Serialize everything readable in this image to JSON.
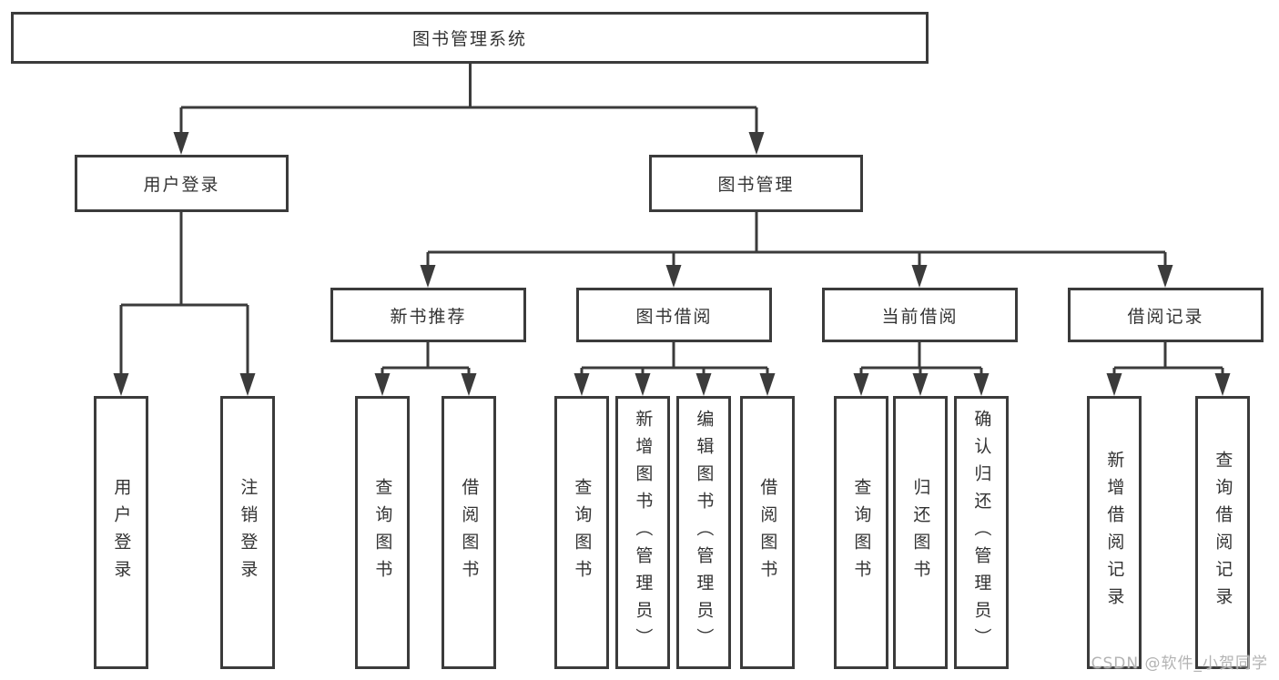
{
  "diagram": {
    "root": {
      "label": "图书管理系统"
    },
    "branches": [
      {
        "label": "用户登录",
        "children": [
          {
            "label": "用户登录"
          },
          {
            "label": "注销登录"
          }
        ]
      },
      {
        "label": "图书管理",
        "children": [
          {
            "label": "新书推荐",
            "children": [
              {
                "label": "查询图书"
              },
              {
                "label": "借阅图书"
              }
            ]
          },
          {
            "label": "图书借阅",
            "children": [
              {
                "label": "查询图书"
              },
              {
                "label": "新增图书（管理员）"
              },
              {
                "label": "编辑图书（管理员）"
              },
              {
                "label": "借阅图书"
              }
            ]
          },
          {
            "label": "当前借阅",
            "children": [
              {
                "label": "查询图书"
              },
              {
                "label": "归还图书"
              },
              {
                "label": "确认归还（管理员）"
              }
            ]
          },
          {
            "label": "借阅记录",
            "children": [
              {
                "label": "新增借阅记录"
              },
              {
                "label": "查询借阅记录"
              }
            ]
          }
        ]
      }
    ],
    "colors": {
      "line": "#3b3b3b",
      "box_border": "#3b3b3b",
      "box_fill": "#ffffff",
      "text": "#333333",
      "watermark": "#b3b3b3",
      "background": "#ffffff"
    }
  },
  "watermark": {
    "text": "CSDN @软件_小贺同学"
  }
}
